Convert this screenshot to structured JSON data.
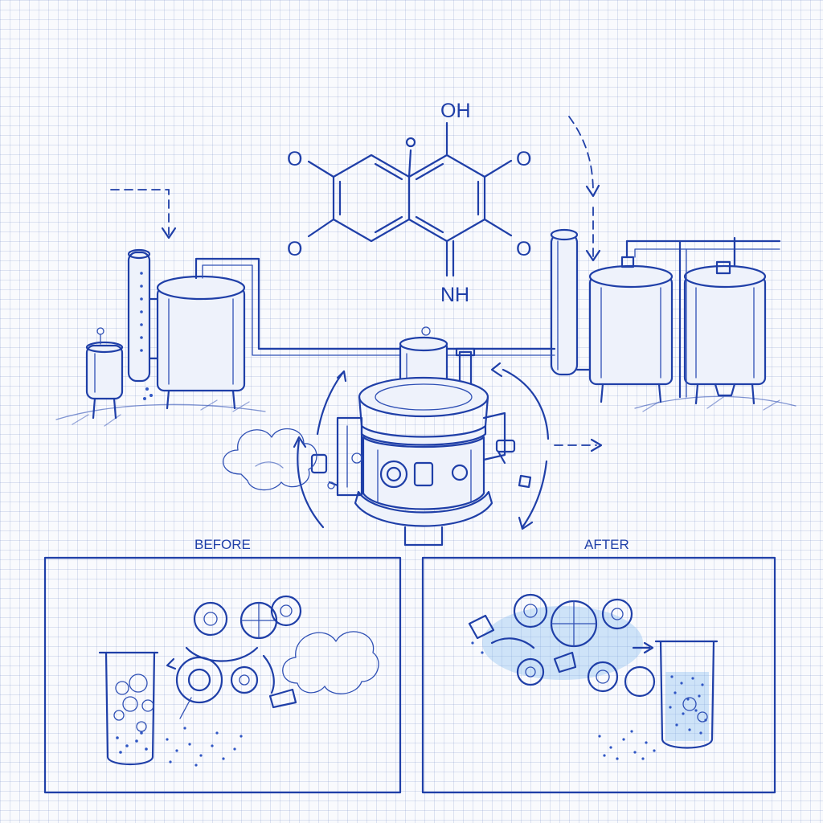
{
  "molecule": {
    "labels": {
      "oh": "OH",
      "nh": "NH",
      "o_left_top": "O",
      "o_left_bottom": "O",
      "o_right_top": "O",
      "o_right_bottom": "O"
    }
  },
  "panels": {
    "before": {
      "label": "BEFORE"
    },
    "after": {
      "label": "AFTER"
    }
  },
  "colors": {
    "ink": "#1f3fa8",
    "paper": "#f9fafd",
    "grid": "#c8d2ea",
    "glow": "#7fb8ee"
  }
}
